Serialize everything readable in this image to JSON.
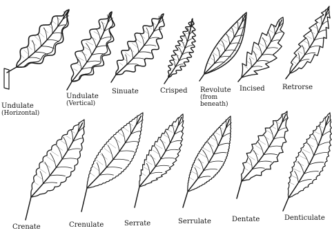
{
  "colors": {
    "ink": "#1a1a1a",
    "background": "#ffffff"
  },
  "rows": [
    {
      "leaves": [
        {
          "margin": "undulate-horizontal",
          "label": "Undulate",
          "sub": "(Horizontal)"
        },
        {
          "margin": "undulate-vertical",
          "label": "Undulate",
          "sub": "(Vertical)"
        },
        {
          "margin": "sinuate",
          "label": "Sinuate"
        },
        {
          "margin": "crisped",
          "label": "Crisped"
        },
        {
          "margin": "revolute",
          "label": "Revolute",
          "sub": "(from beneath)"
        },
        {
          "margin": "incised",
          "label": "Incised"
        },
        {
          "margin": "retrorse",
          "label": "Retrorse"
        }
      ]
    },
    {
      "leaves": [
        {
          "margin": "crenate",
          "label": "Crenate"
        },
        {
          "margin": "crenulate",
          "label": "Crenulate"
        },
        {
          "margin": "serrate",
          "label": "Serrate"
        },
        {
          "margin": "serrulate",
          "label": "Serrulate"
        },
        {
          "margin": "dentate",
          "label": "Dentate"
        },
        {
          "margin": "denticulate",
          "label": "Denticulate"
        }
      ]
    }
  ]
}
